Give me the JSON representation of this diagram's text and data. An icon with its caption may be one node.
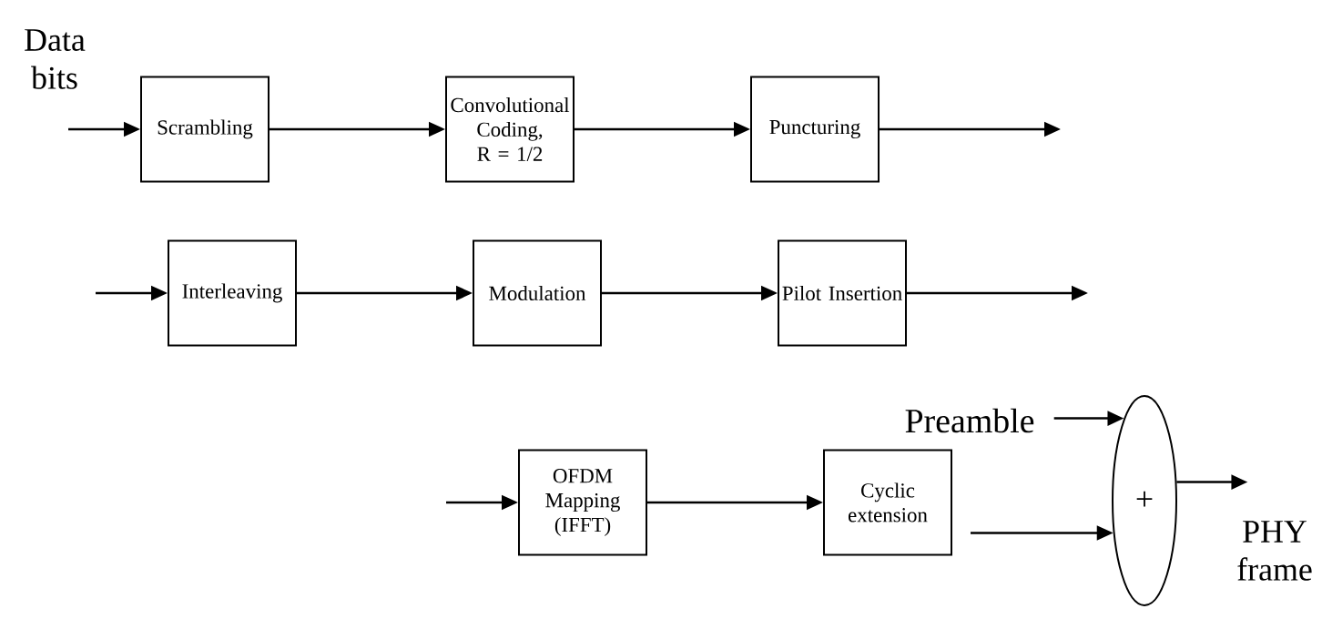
{
  "diagram": {
    "nodes": [
      {
        "text": [
          "Scrambling"
        ]
      },
      {
        "text": [
          "Convolutional Coding, R = 1/2"
        ]
      },
      {
        "text": [
          "Puncturing"
        ]
      },
      {
        "text": [
          "Interleaving"
        ]
      },
      {
        "text": [
          "Modulation"
        ]
      },
      {
        "text": [
          "Pilot Insertion"
        ]
      },
      {
        "text": [
          "Preamble"
        ]
      },
      {
        "text": [
          "+"
        ]
      },
      {
        "text": [
          "OFDM Mapping (IFFT)"
        ]
      },
      {
        "text": [
          "Cyclic extension"
        ]
      }
    ],
    "edges": [
      {
        "from": null,
        "to": 0,
        "arrow": "to"
      },
      {
        "from": 0,
        "to": 1,
        "arrow": "to"
      },
      {
        "from": 1,
        "to": 2,
        "arrow": "to"
      },
      {
        "from": 2,
        "to": null,
        "arrow": "to"
      },
      {
        "from": null,
        "to": 3,
        "arrow": "to"
      },
      {
        "from": 3,
        "to": 4,
        "arrow": "to"
      },
      {
        "from": 4,
        "to": 5,
        "arrow": "to"
      },
      {
        "from": 5,
        "to": null,
        "arrow": "to"
      },
      {
        "from": 6,
        "to": 7,
        "arrow": "to"
      },
      {
        "from": null,
        "to": 8,
        "arrow": "to"
      },
      {
        "from": 8,
        "to": 9,
        "arrow": "to"
      },
      {
        "from": 9,
        "to": 7,
        "arrow": "to"
      },
      {
        "from": 7,
        "to": null,
        "arrow": "to"
      }
    ],
    "labels": [
      "Data bits",
      "PHY frame"
    ]
  }
}
